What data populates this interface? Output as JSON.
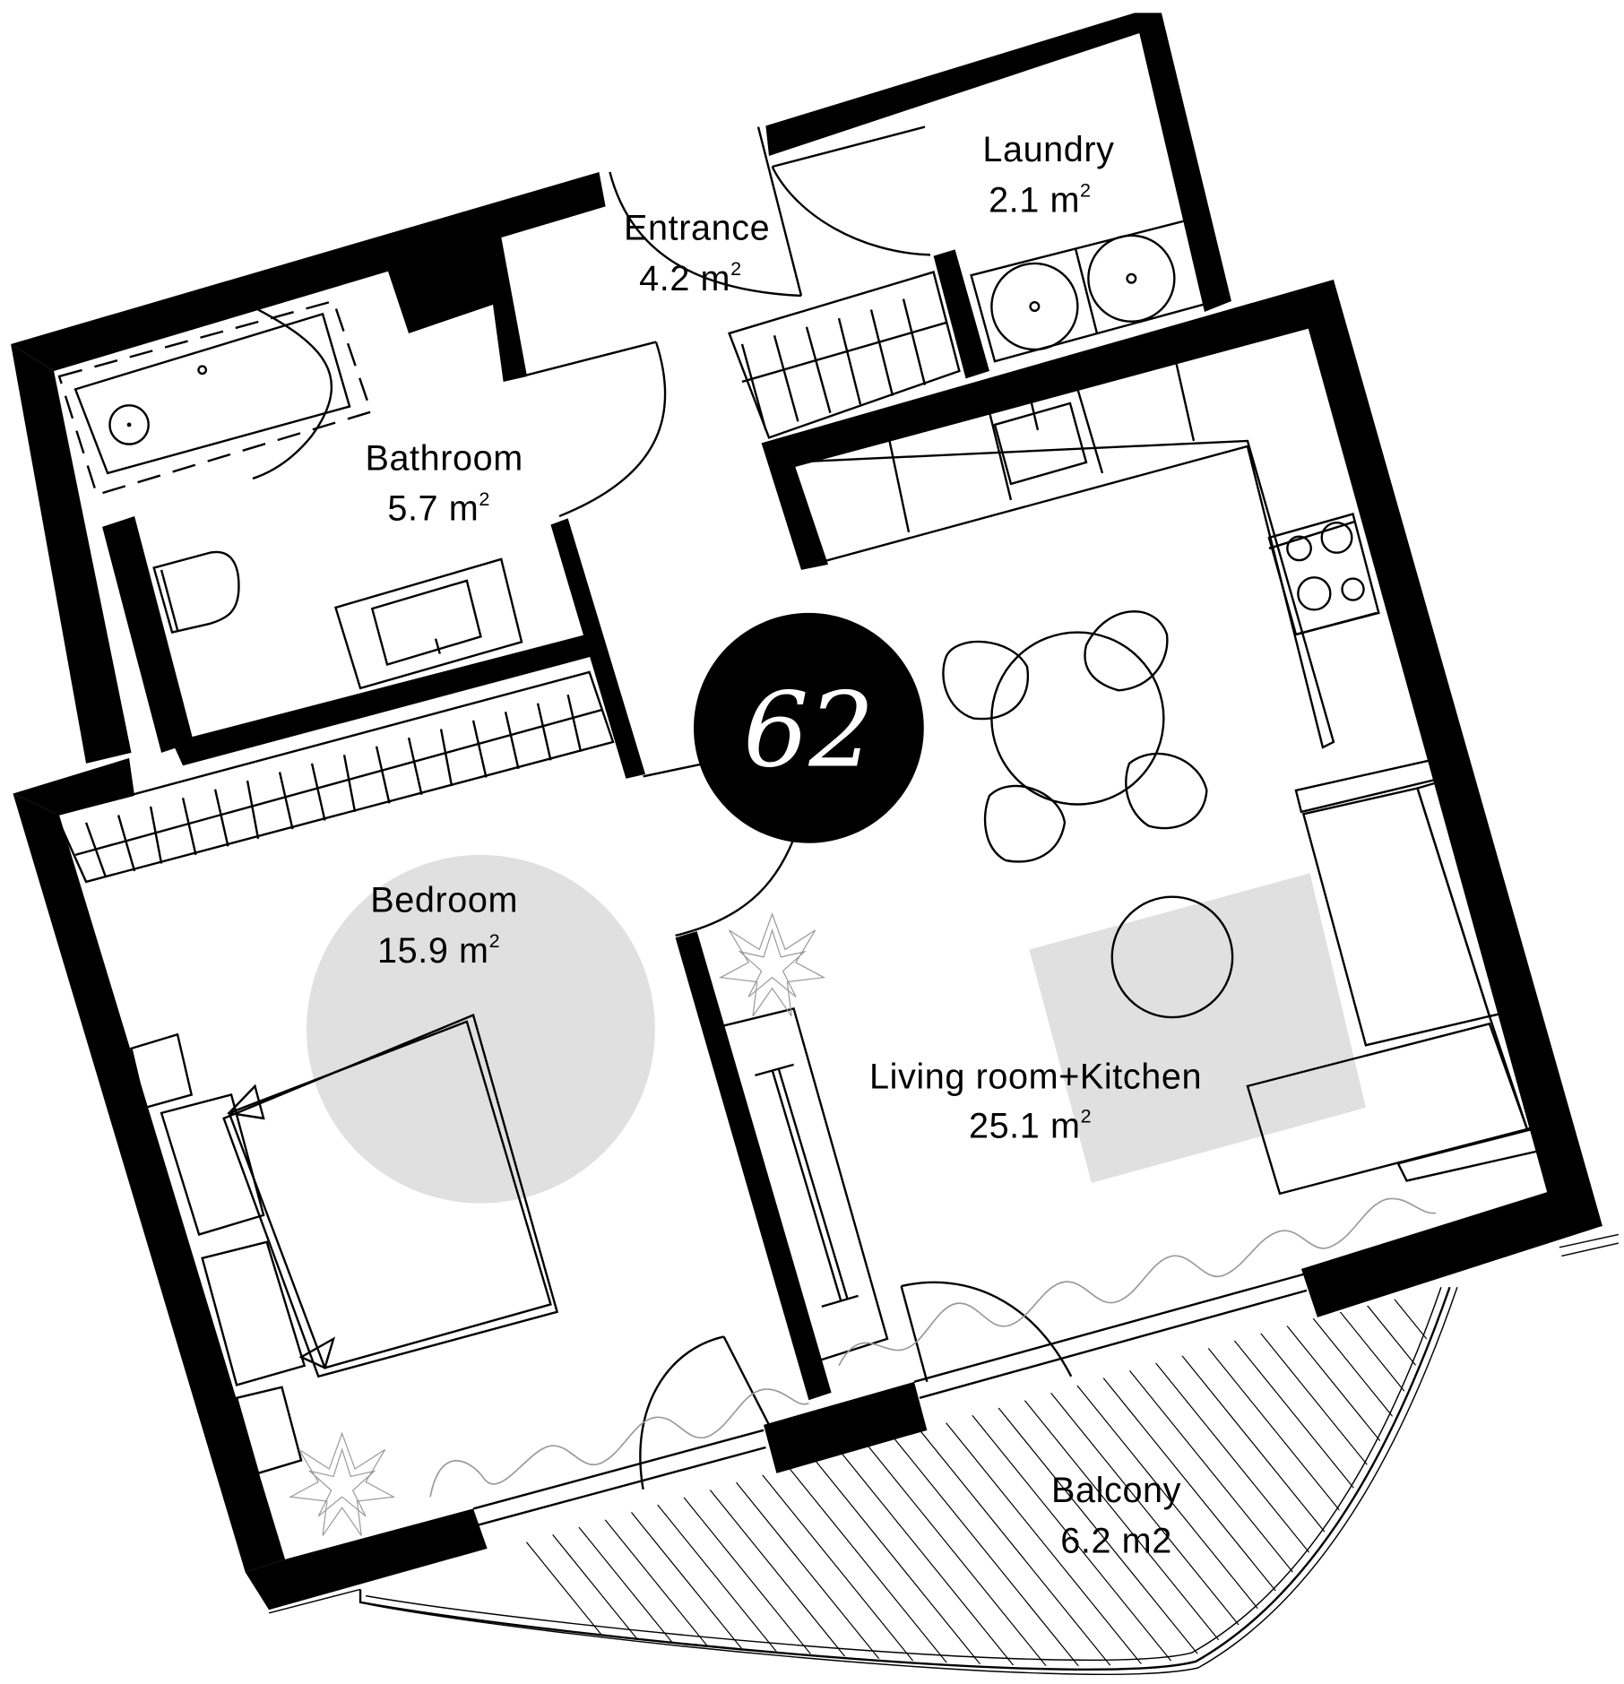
{
  "plan": {
    "unit_number": "62",
    "colors": {
      "wall": "#000000",
      "background": "#ffffff",
      "rug": "#e0e0e0",
      "plant": "#999999"
    },
    "rooms": [
      {
        "id": "laundry",
        "name": "Laundry",
        "area": "2.1 m",
        "area_sup": "2"
      },
      {
        "id": "entrance",
        "name": "Entrance",
        "area": "4.2 m",
        "area_sup": "2"
      },
      {
        "id": "bathroom",
        "name": "Bathroom",
        "area": "5.7 m",
        "area_sup": "2"
      },
      {
        "id": "bedroom",
        "name": "Bedroom",
        "area": "15.9 m",
        "area_sup": "2"
      },
      {
        "id": "living",
        "name": "Living room+Kitchen",
        "area": "25.1 m",
        "area_sup": "2"
      },
      {
        "id": "balcony",
        "name": "Balcony",
        "area": "6.2 m2",
        "area_sup": ""
      }
    ],
    "furniture_icons": [
      "bathtub-icon",
      "toilet-icon",
      "sink-icon",
      "washing-machine-icon",
      "dryer-icon",
      "kitchen-sink-icon",
      "cooktop-icon",
      "dining-table-icon",
      "chair-icon",
      "sofa-icon",
      "coffee-table-icon",
      "rug-icon",
      "bed-icon",
      "nightstand-icon",
      "wardrobe-icon",
      "plant-icon",
      "tv-stand-icon",
      "curtain-icon",
      "door-swing-icon"
    ]
  }
}
